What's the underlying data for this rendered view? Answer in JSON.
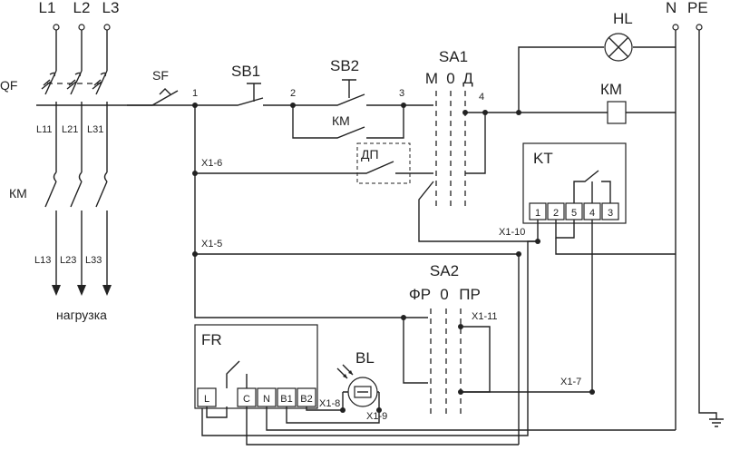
{
  "phases": [
    "L1",
    "L2",
    "L3"
  ],
  "neutral": "N",
  "protective_earth": "PE",
  "breaker_qf": "QF",
  "breaker_sf": "SF",
  "contactor_km": "КМ",
  "coil_km": "КМ",
  "lamp_hl": "HL",
  "line_sections": {
    "upper": [
      "L11",
      "L21",
      "L31"
    ],
    "lower": [
      "L13",
      "L23",
      "L33"
    ]
  },
  "load_label": "нагрузка",
  "nodes": {
    "n1": "1",
    "n2": "2",
    "n3": "3",
    "n4": "4"
  },
  "buttons": {
    "sb1": "SB1",
    "sb2": "SB2",
    "sb2_contact": "КМ"
  },
  "sa1": {
    "name": "SA1",
    "positions": [
      "М",
      "0",
      "Д"
    ]
  },
  "sa2": {
    "name": "SA2",
    "positions": [
      "ФР",
      "0",
      "ПР"
    ]
  },
  "dp_contact": "ДП",
  "timer_kt": {
    "name": "KT",
    "terminals": [
      "1",
      "2",
      "5",
      "4",
      "3"
    ]
  },
  "relay_fr": {
    "name": "FR",
    "terminals": [
      "L",
      "C",
      "N",
      "B1",
      "B2"
    ]
  },
  "sensor_bl": "BL",
  "connectors": {
    "x1_6": "X1-6",
    "x1_5": "X1-5",
    "x1_10": "X1-10",
    "x1_11": "X1-11",
    "x1_7": "X1-7",
    "x1_8": "X1-8",
    "x1_9": "X1-9"
  }
}
